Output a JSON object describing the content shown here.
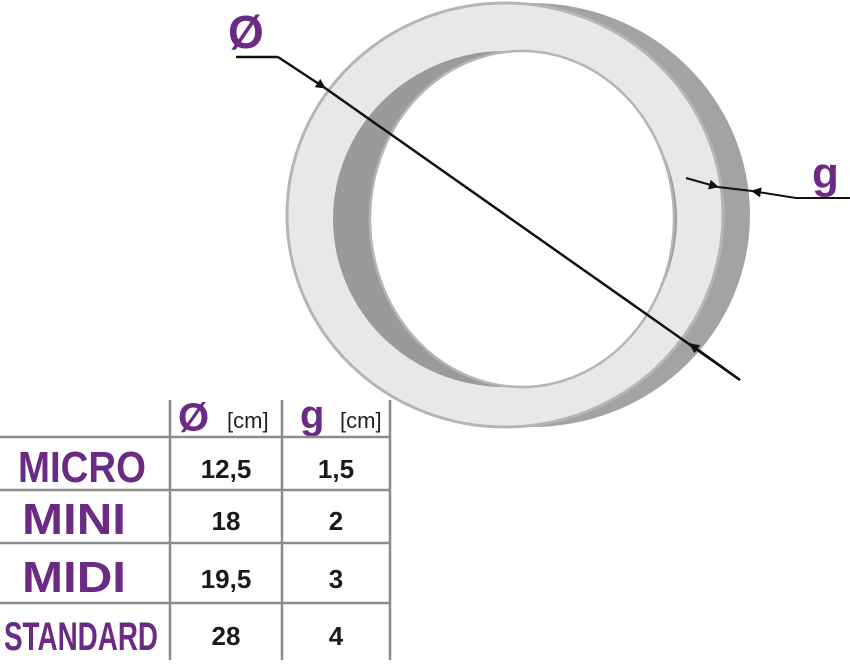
{
  "labels": {
    "diameter_symbol": "Ø",
    "thickness_symbol": "g",
    "unit": "[cm]"
  },
  "table": {
    "columns": [
      {
        "symbol": "Ø",
        "unit": "[cm]"
      },
      {
        "symbol": "g",
        "unit": "[cm]"
      }
    ],
    "rows": [
      {
        "name": "MICRO",
        "diameter": "12,5",
        "thickness": "1,5"
      },
      {
        "name": "MINI",
        "diameter": "18",
        "thickness": "2"
      },
      {
        "name": "MIDI",
        "diameter": "19,5",
        "thickness": "3"
      },
      {
        "name": "STANDARD",
        "diameter": "28",
        "thickness": "4"
      }
    ]
  },
  "colors": {
    "accent": "#6b2a84",
    "ring_face": "#e6e6e6",
    "ring_side": "#9a9a9a",
    "ring_edge": "#b5b5b5",
    "grid": "#8c8c8c"
  }
}
